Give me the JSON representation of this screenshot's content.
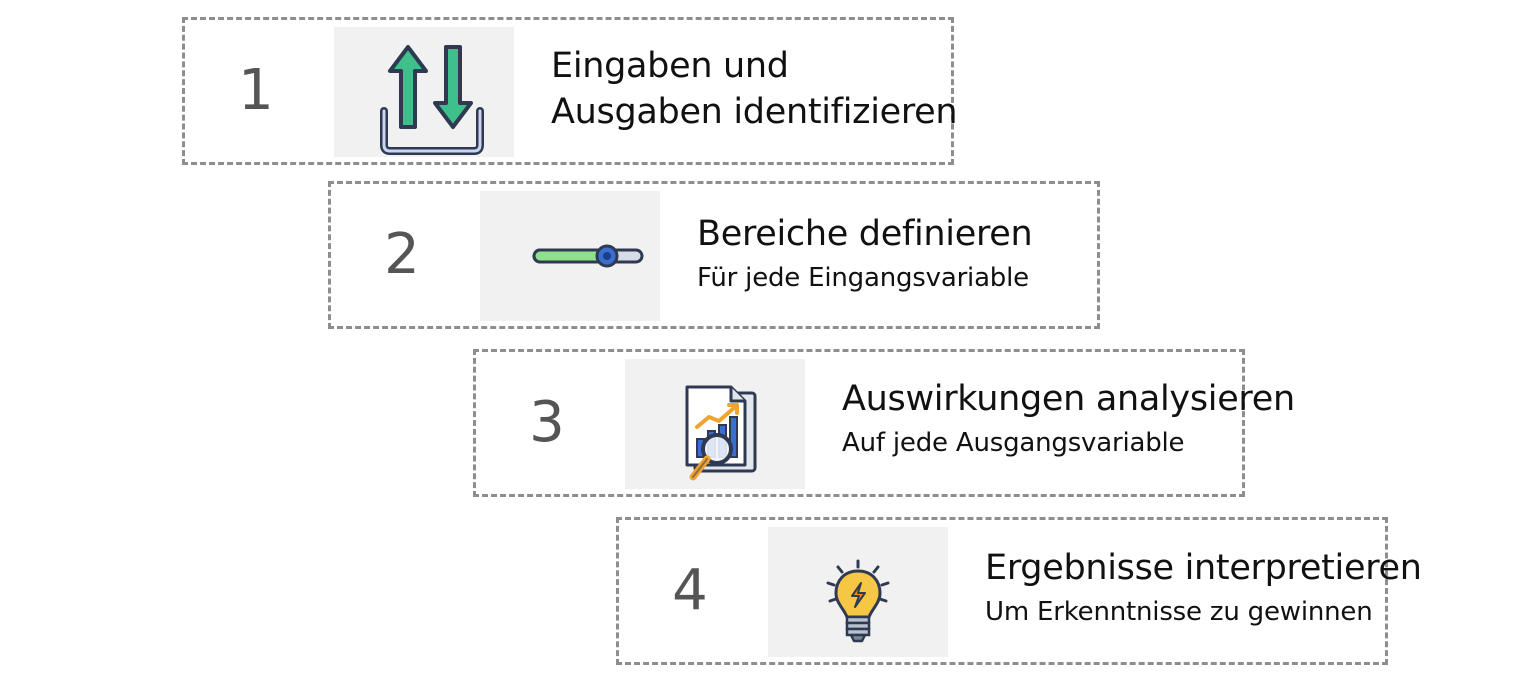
{
  "steps": [
    {
      "number": "1",
      "title_line1": "Eingaben und",
      "title_line2": "Ausgaben identifizieren",
      "subtitle": "",
      "icon": "input-output-arrows-icon"
    },
    {
      "number": "2",
      "title": "Bereiche definieren",
      "subtitle": "Für jede Eingangsvariable",
      "icon": "slider-icon"
    },
    {
      "number": "3",
      "title": "Auswirkungen analysieren",
      "subtitle": "Auf jede Ausgangsvariable",
      "icon": "report-magnifier-icon"
    },
    {
      "number": "4",
      "title": "Ergebnisse interpretieren",
      "subtitle": "Um Erkenntnisse zu gewinnen",
      "icon": "lightbulb-icon"
    }
  ],
  "colors": {
    "border": "#8e8e8e",
    "number": "#555555",
    "tile": "#f1f1f1",
    "green": "#3fbf8a",
    "blue": "#3b6ed1",
    "yellow": "#f6c744"
  }
}
